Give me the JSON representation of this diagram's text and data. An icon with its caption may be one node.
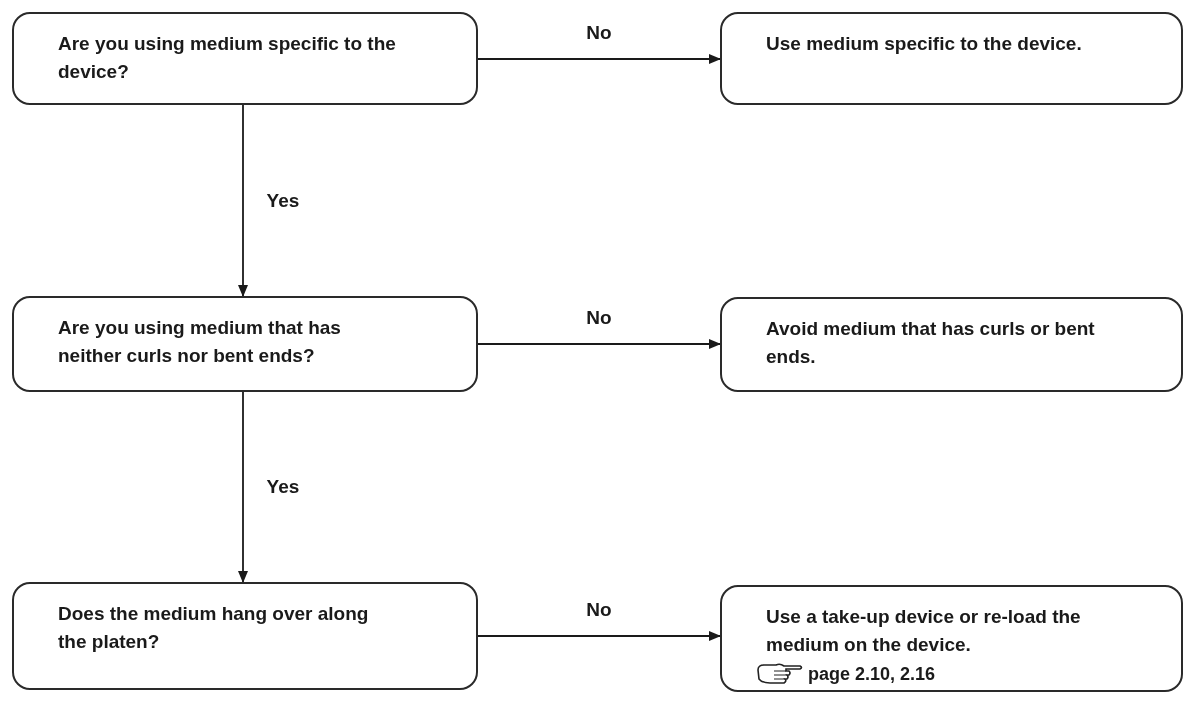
{
  "diagram": {
    "nodes": [
      {
        "text": [
          "Are you using medium specific to the device?"
        ]
      },
      {
        "text": [
          "Use medium specific to the device."
        ]
      },
      {
        "text": [
          "Are you using medium that has neither curls nor bent ends?"
        ]
      },
      {
        "text": [
          "Avoid medium that has curls or bent ends."
        ]
      },
      {
        "text": [
          "Does the medium hang over along the platen?"
        ]
      },
      {
        "text": [
          "Use a take-up device or re-load the medium on the device.",
          "page 2.10, 2.16"
        ]
      }
    ],
    "edges": [
      {
        "from": 0,
        "to": 1,
        "arrow": "to",
        "label": "No"
      },
      {
        "from": 0,
        "to": 2,
        "arrow": "to",
        "label": "Yes"
      },
      {
        "from": 2,
        "to": 3,
        "arrow": "to",
        "label": "No"
      },
      {
        "from": 2,
        "to": 4,
        "arrow": "to",
        "label": "Yes"
      },
      {
        "from": 4,
        "to": 5,
        "arrow": "to",
        "label": "No"
      }
    ]
  }
}
